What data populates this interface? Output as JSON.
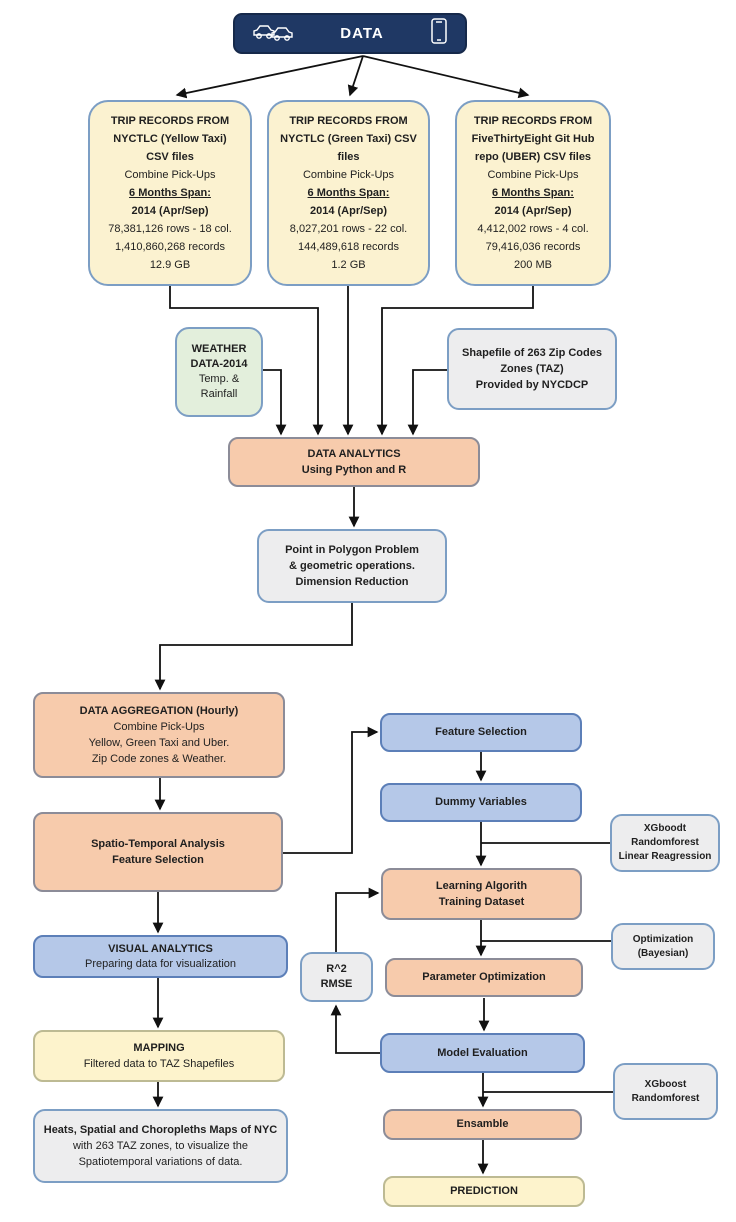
{
  "colors": {
    "hub_bg": "#1F3864",
    "trip_box_bg": "#FBF2D0",
    "weather_bg": "#E3EFDC",
    "gray_box_bg": "#EDEDEE",
    "process_bg": "#F7CBAC",
    "analytics_blue_bg": "#B5C8E8",
    "output_yellow_bg": "#FDF3CC",
    "box_border_blue": "#7C9EC4",
    "arrow": "#111111"
  },
  "hub": {
    "label": "DATA",
    "left_icon": "taxi-cars-icon",
    "right_icon": "smartphone-icon"
  },
  "trip_boxes": [
    {
      "title1": "TRIP RECORDS FROM",
      "title2": "NYCTLC (Yellow Taxi)",
      "title3": "CSV files",
      "combine": "Combine Pick-Ups",
      "span_label": "6 Months Span:",
      "span_value": "2014 (Apr/Sep)",
      "stat1": "78,381,126 rows - 18 col.",
      "stat2": "1,410,860,268 records",
      "stat3": "12.9 GB"
    },
    {
      "title1": "TRIP RECORDS FROM",
      "title2": "NYCTLC (Green Taxi) CSV",
      "title3": "files",
      "combine": "Combine Pick-Ups",
      "span_label": "6 Months Span:",
      "span_value": "2014 (Apr/Sep)",
      "stat1": "8,027,201 rows - 22 col.",
      "stat2": "144,489,618 records",
      "stat3": "1.2 GB"
    },
    {
      "title1": "TRIP RECORDS FROM",
      "title2": "FiveThirtyEight Git Hub",
      "title3": "repo (UBER) CSV files",
      "combine": "Combine Pick-Ups",
      "span_label": "6 Months Span:",
      "span_value": "2014 (Apr/Sep)",
      "stat1": "4,412,002 rows - 4 col.",
      "stat2": "79,416,036 records",
      "stat3": "200 MB"
    }
  ],
  "weather": {
    "line1": "WEATHER",
    "line2": "DATA-2014",
    "line3": "Temp. &",
    "line4": "Rainfall"
  },
  "shapefile": {
    "line1": "Shapefile of 263 Zip Codes",
    "line2": "Zones (TAZ)",
    "line3": "Provided by  NYCDCP"
  },
  "analytics": {
    "line1": "DATA ANALYTICS",
    "line2": "Using Python and R"
  },
  "polygon": {
    "line1": "Point in Polygon Problem",
    "line2": "& geometric operations.",
    "line3": "Dimension Reduction"
  },
  "aggregation": {
    "title": "DATA AGGREGATION (Hourly)",
    "line2": "Combine Pick-Ups",
    "line3": "Yellow, Green Taxi and Uber.",
    "line4": "Zip Code zones & Weather."
  },
  "spatio": {
    "line1": "Spatio-Temporal Analysis",
    "line2": "Feature Selection"
  },
  "visual": {
    "title": "VISUAL ANALYTICS",
    "line2": "Preparing data for visualization"
  },
  "mapping": {
    "title": "MAPPING",
    "line2": "Filtered data to TAZ Shapefiles"
  },
  "maps": {
    "bold": "Heats, Spatial and Choropleths Maps of NYC",
    "rest": " with 263 TAZ zones, to visualize the Spatiotemporal variations of data."
  },
  "feature_selection": {
    "label": "Feature Selection"
  },
  "dummy": {
    "label": "Dummy Variables"
  },
  "xgboodt": {
    "line1": "XGboodt",
    "line2": "Randomforest",
    "line3": "Linear Reagression"
  },
  "learning": {
    "line1": "Learning Algorith",
    "line2": "Training Dataset"
  },
  "bayesian": {
    "line1": "Optimization",
    "line2": "(Bayesian)"
  },
  "param": {
    "label": "Parameter Optimization"
  },
  "r2": {
    "line1": "R^2",
    "line2": "RMSE"
  },
  "model_eval": {
    "label": "Model Evaluation"
  },
  "xgboost2": {
    "line1": "XGboost",
    "line2": "Randomforest"
  },
  "ensamble": {
    "label": "Ensamble"
  },
  "prediction": {
    "label": "PREDICTION"
  }
}
